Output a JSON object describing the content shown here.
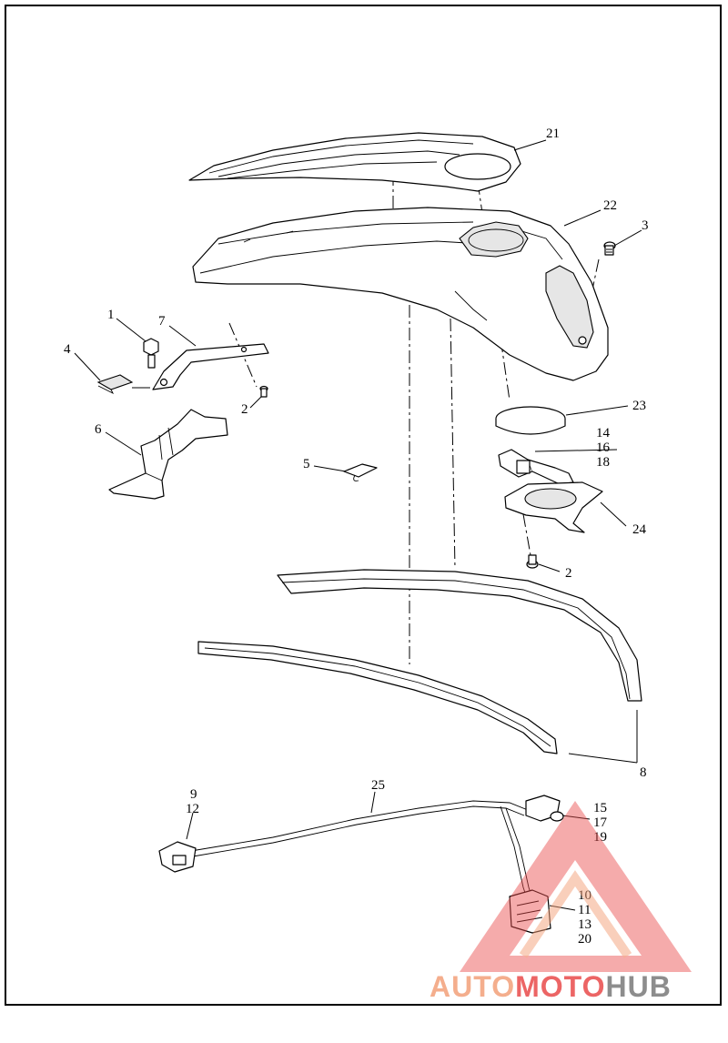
{
  "callouts": {
    "c1": "1",
    "c2a": "2",
    "c2b": "2",
    "c3": "3",
    "c4": "4",
    "c5": "5",
    "c6": "6",
    "c7": "7",
    "c8": "8",
    "c9": "9",
    "c10": "10",
    "c11": "11",
    "c12": "12",
    "c13": "13",
    "c14": "14",
    "c15": "15",
    "c16": "16",
    "c17": "17",
    "c18": "18",
    "c19": "19",
    "c20": "20",
    "c21": "21",
    "c22": "22",
    "c23": "23",
    "c24": "24",
    "c25": "25"
  },
  "watermark": {
    "part1": "AUTO",
    "part2": "MOTO",
    "part3": "HUB",
    "color_primary": "#f3a07a",
    "color_secondary": "#e94b4b",
    "color_dark": "#7a7a7a"
  }
}
